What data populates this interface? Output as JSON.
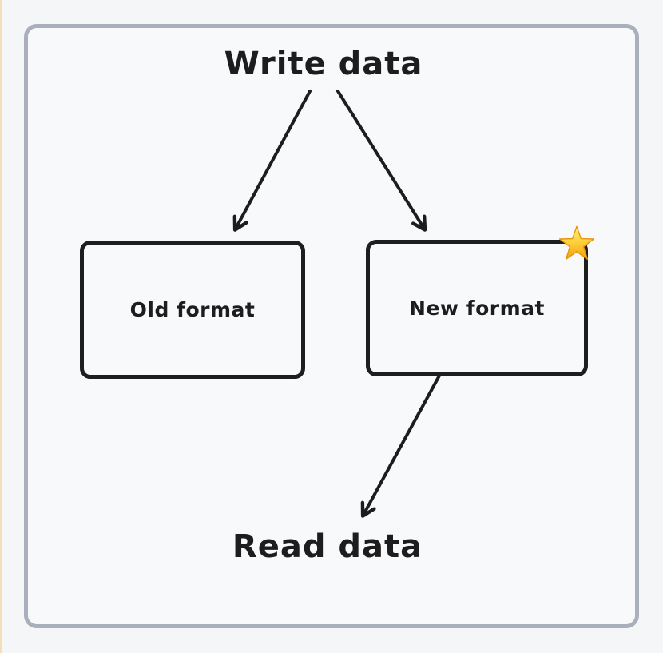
{
  "page": {
    "background_color": "#f4f6f8",
    "left_edge_strip_color": "#f3e0ba",
    "frame_border_color": "#a9b0bc",
    "frame_fill_color": "#f8f9fb",
    "ink_color": "#1d1d1d",
    "star_color": "#ffc62e"
  },
  "diagram": {
    "write_label": "Write data",
    "read_label": "Read data",
    "nodes": [
      {
        "label": "Old format",
        "starred": false
      },
      {
        "label": "New format",
        "starred": true,
        "badge_icon": "star-emoji"
      }
    ],
    "edges": [
      {
        "from": "Write data",
        "to": "Old format"
      },
      {
        "from": "Write data",
        "to": "New format"
      },
      {
        "from": "New format",
        "to": "Read data"
      }
    ]
  }
}
